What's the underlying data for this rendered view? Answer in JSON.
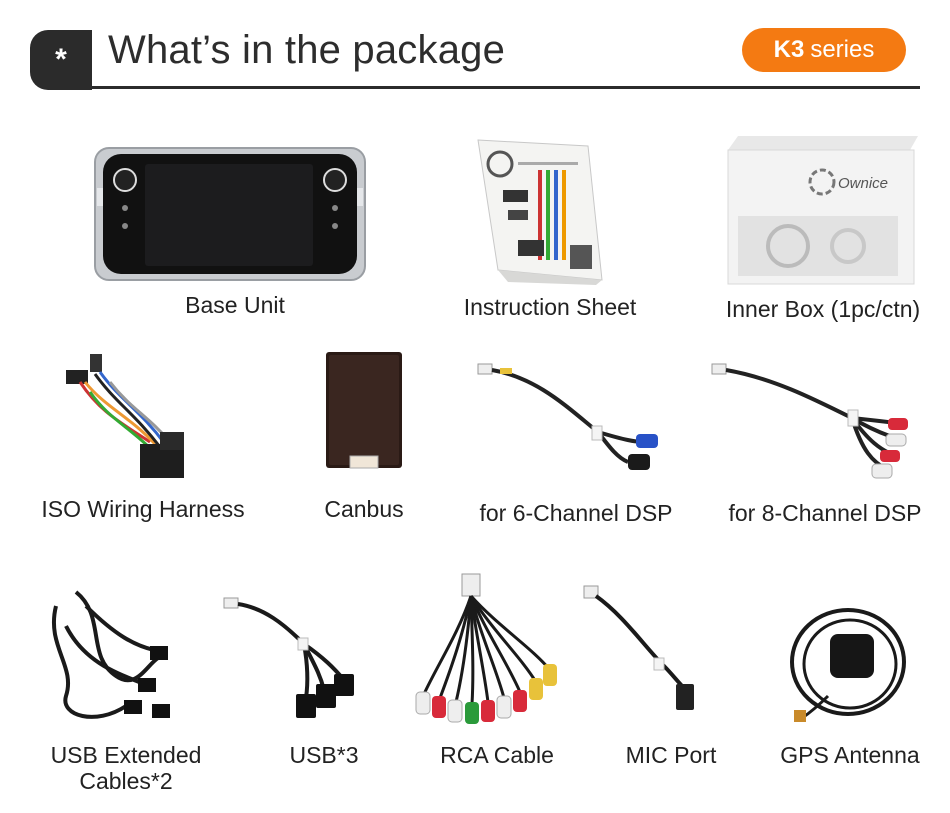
{
  "header": {
    "star": "*",
    "title": "What’s in the package",
    "series_bold": "K3",
    "series_rest": "series"
  },
  "box_brand": "Ownice",
  "items": [
    {
      "label": "Base Unit",
      "icon": "car-radio-icon"
    },
    {
      "label": "Instruction Sheet",
      "icon": "instruction-sheet-icon"
    },
    {
      "label": "Inner Box (1pc/ctn)",
      "icon": "inner-box-icon"
    },
    {
      "label": "ISO Wiring Harness",
      "icon": "wiring-harness-icon"
    },
    {
      "label": "Canbus",
      "icon": "canbus-module-icon"
    },
    {
      "label": "for 6-Channel DSP",
      "icon": "dsp-6ch-cable-icon"
    },
    {
      "label": "for 8-Channel DSP",
      "icon": "dsp-8ch-cable-icon"
    },
    {
      "label": "USB Extended Cables*2",
      "icon": "usb-extension-cables-icon"
    },
    {
      "label": "USB*3",
      "icon": "usb-3-cable-icon"
    },
    {
      "label": "RCA Cable",
      "icon": "rca-cable-icon"
    },
    {
      "label": "MIC Port",
      "icon": "mic-port-icon"
    },
    {
      "label": "GPS Antenna",
      "icon": "gps-antenna-icon"
    }
  ],
  "colors": {
    "accent": "#f47a12",
    "dark": "#2b2b2b"
  }
}
